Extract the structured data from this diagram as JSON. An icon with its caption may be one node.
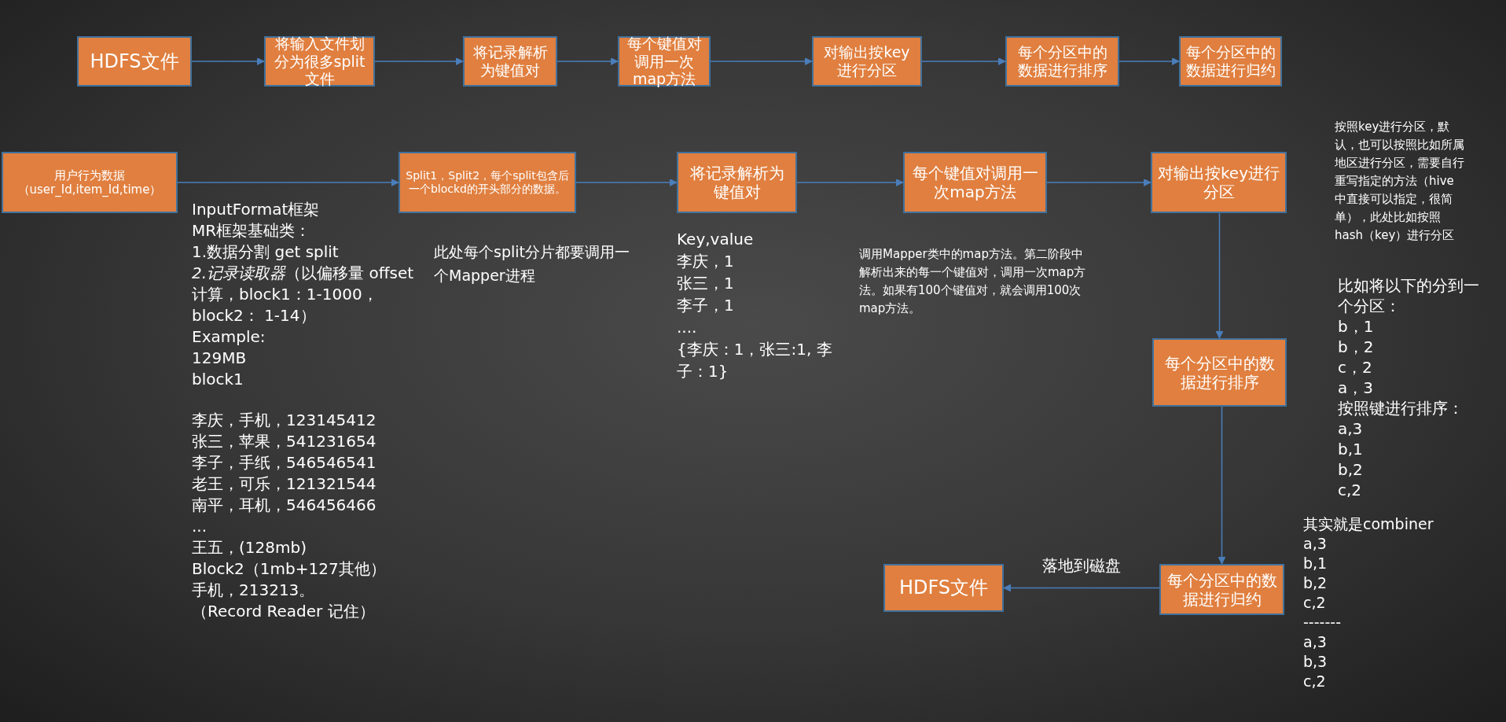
{
  "diagram": {
    "nodes": [
      {
        "text": [
          "HDFS文件"
        ]
      },
      {
        "text": [
          "将输入文件划分为很多split文件"
        ]
      },
      {
        "text": [
          "将记录解析为键值对"
        ]
      },
      {
        "text": [
          "每个键值对调用一次map方法"
        ]
      },
      {
        "text": [
          "对输出按key进行分区"
        ]
      },
      {
        "text": [
          "每个分区中的数据进行排序"
        ]
      },
      {
        "text": [
          "每个分区中的数据进行归约"
        ]
      },
      {
        "text": [
          "用户行为数据（user_Id,item_Id,time）"
        ]
      },
      {
        "text": [
          "Split1，Split2，每个split包含后一个blockd的开头部分的数据。"
        ]
      },
      {
        "text": [
          "将记录解析为键值对"
        ]
      },
      {
        "text": [
          "每个键值对调用一次map方法"
        ]
      },
      {
        "text": [
          "对输出按key进行分区"
        ]
      },
      {
        "text": [
          "每个分区中的数据进行排序"
        ]
      },
      {
        "text": [
          "HDFS文件"
        ]
      },
      {
        "text": [
          "每个分区中的数据进行归约"
        ]
      }
    ],
    "edges": [
      {
        "from": 0,
        "to": 1,
        "arrow": "to"
      },
      {
        "from": 1,
        "to": 2,
        "arrow": "to"
      },
      {
        "from": 2,
        "to": 3,
        "arrow": "to"
      },
      {
        "from": 3,
        "to": 4,
        "arrow": "to"
      },
      {
        "from": 4,
        "to": 5,
        "arrow": "to"
      },
      {
        "from": 5,
        "to": 6,
        "arrow": "to"
      },
      {
        "from": 7,
        "to": 8,
        "arrow": "to"
      },
      {
        "from": 8,
        "to": 9,
        "arrow": "to"
      },
      {
        "from": 9,
        "to": 10,
        "arrow": "to"
      },
      {
        "from": 10,
        "to": 11,
        "arrow": "to"
      },
      {
        "from": 11,
        "to": 12,
        "arrow": "to"
      },
      {
        "from": 12,
        "to": 14,
        "arrow": "to"
      },
      {
        "from": 14,
        "to": 13,
        "arrow": "to",
        "label": "落地到磁盘"
      }
    ],
    "labels": [
      "InputFormat框架",
      "MR框架基础类：",
      "1.数据分割 get split",
      "*2.记录读取器*（以偏移量 offset计算，block1：1-1000，block2： 1-14）",
      "Example:",
      "129MB",
      "block1",
      "李庆，手机，123145412",
      "张三，苹果，541231654",
      "李子，手纸，546546541",
      "老王，可乐，121321544",
      "南平，耳机，546456466",
      "...",
      "王五，(128mb)",
      "Block2（1mb+127其他）",
      "手机，213213。",
      "（Record Reader 记住）",
      "此处每个split分片都要调用一个Mapper进程",
      "Key,value",
      "李庆，1",
      "张三，1",
      "李子，1",
      "....",
      "{李庆：1，张三:1, 李子：1}",
      "调用Mapper类中的map方法。第二阶段中解析出来的每一个键值对，调用一次map方法。如果有100个键值对，就会调用100次map方法。",
      "按照key进行分区，默认，也可以按照比如所属地区进行分区，需要自行重写指定的方法（hive中直接可以指定，很简单），此处比如按照hash（key）进行分区",
      "比如将以下的分到一个分区：",
      "b，1",
      "b，2",
      "c，2",
      "a，3",
      "按照键进行排序：",
      "a,3",
      "b,1",
      "b,2",
      "c,2",
      "其实就是combiner",
      "a,3",
      "b,1",
      "b,2",
      "c,2",
      "-------",
      "a,3",
      "b,3",
      "c,2"
    ]
  }
}
